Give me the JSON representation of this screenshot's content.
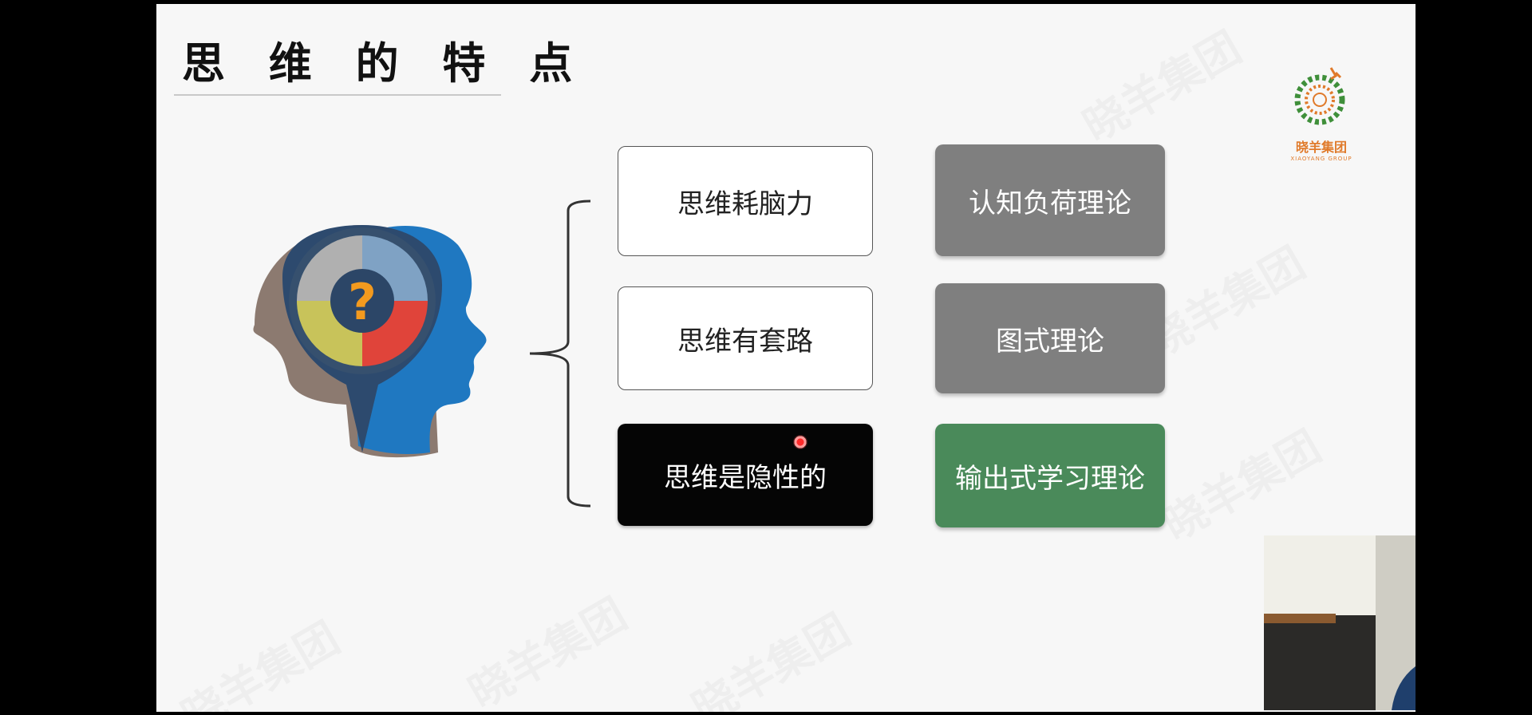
{
  "slide": {
    "title": "思 维 的 特 点",
    "logo": {
      "name": "晓羊集团",
      "subtitle": "XIAOYANG GROUP"
    },
    "watermark_text": "晓羊集团",
    "features": [
      {
        "label": "思维耗脑力",
        "style": "white"
      },
      {
        "label": "思维有套路",
        "style": "white"
      },
      {
        "label": "思维是隐性的",
        "style": "black"
      }
    ],
    "theories": [
      {
        "label": "认知负荷理论",
        "style": "gray"
      },
      {
        "label": "图式理论",
        "style": "gray"
      },
      {
        "label": "输出式学习理论",
        "style": "green"
      }
    ],
    "illustration": {
      "symbol": "?",
      "icon": "head-puzzle-question-icon"
    }
  },
  "colors": {
    "gray_box": "#7f7f7f",
    "green_box": "#4a8a5a",
    "black_box": "#050505",
    "logo_orange": "#e07a2a",
    "question_orange": "#f39a1e"
  }
}
